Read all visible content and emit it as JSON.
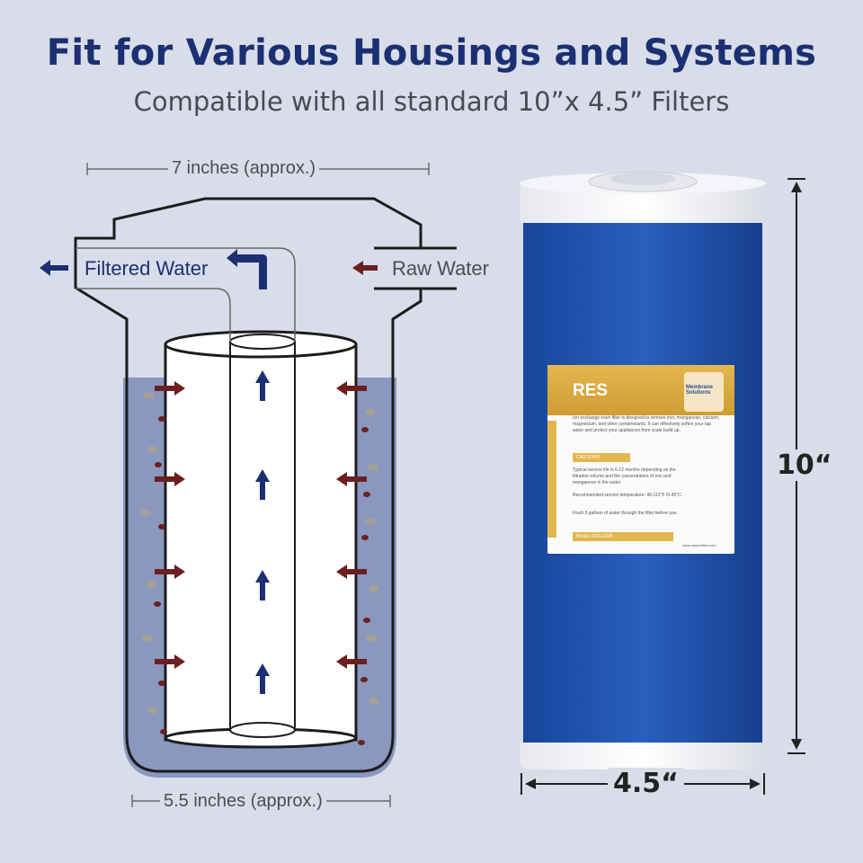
{
  "heading": {
    "title": "Fit for Various Housings and Systems",
    "subtitle": "Compatible with all standard 10”x 4.5” Filters"
  },
  "diagram": {
    "top_dimension": "7 inches (approx.)",
    "bottom_dimension": "5.5 inches (approx.)",
    "filtered_water": "Filtered Water",
    "raw_water": "Raw Water"
  },
  "cartridge": {
    "height_label": "10“",
    "width_label": "4.5“",
    "label": {
      "name": "RES",
      "logo": "Membrane Solutions",
      "description": "Ion exchange resin filter is designed to remove iron, manganese, calcium, magnesium, and other contaminants. It can effectively soften your tap water and protect your appliances from scale build up.",
      "caution": "CAUTIONS:",
      "note_life": "Typical service life is 6-12 months depending on the filtration volume and the concentration of iron and manganese in the water.",
      "note_temp": "Recommended service temperature: 40-113°F /5-45°C.",
      "note_flush": "Flush 5 gallons of water through the filter before use.",
      "model": "Model: RES-F10B",
      "website": "www.respecfilter.com"
    }
  },
  "colors": {
    "background": "#d8dde9",
    "title": "#1b2f72",
    "water": "#8a97bf",
    "cartridge_blue": "#1f4fa6",
    "label_gold": "#e3b74f",
    "inflow_arrow": "#6b1f20",
    "outflow_arrow": "#1b2f72"
  }
}
